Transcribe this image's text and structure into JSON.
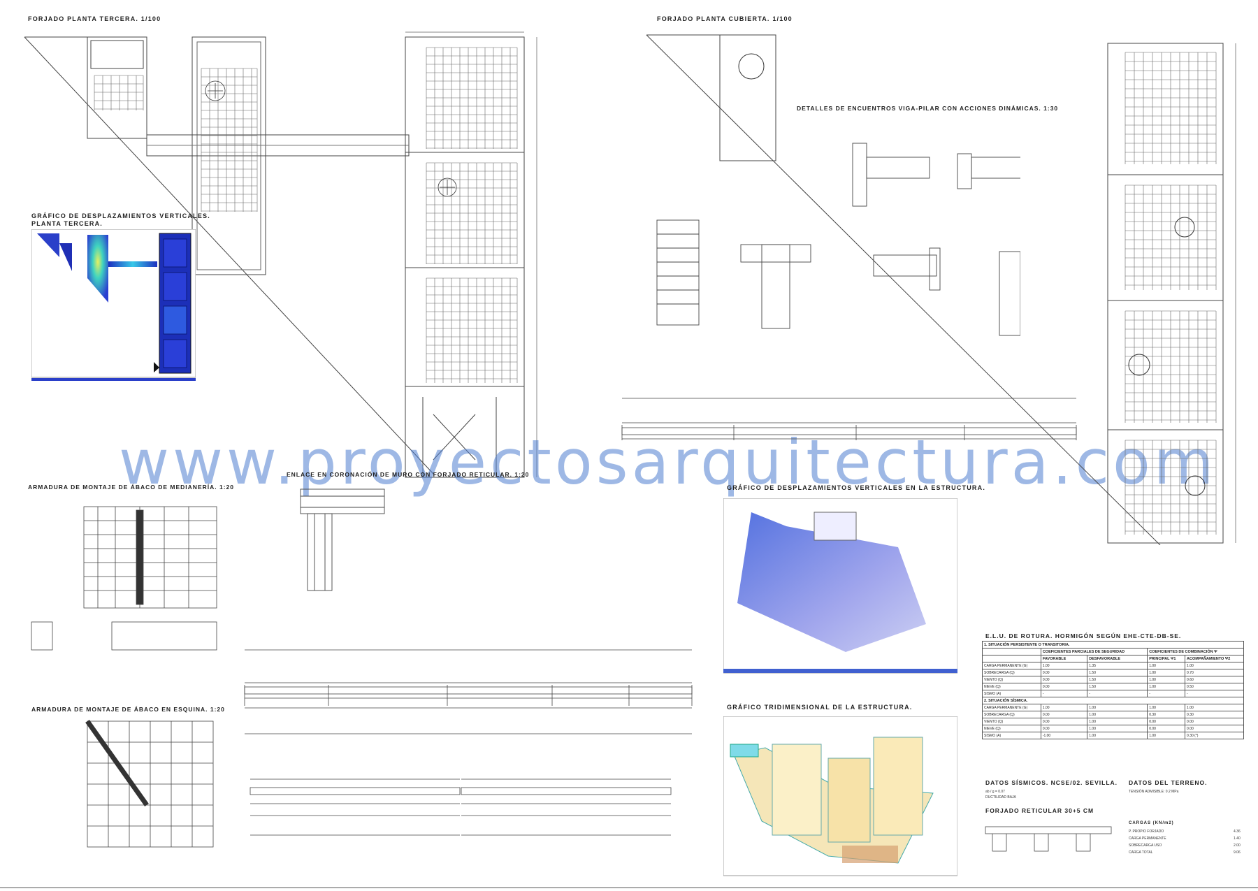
{
  "titles": {
    "plan_left": "FORJADO PLANTA TERCERA. 1/100",
    "plan_right": "FORJADO PLANTA CUBIERTA. 1/100",
    "details": "DETALLES DE ENCUENTROS VIGA-PILAR CON ACCIONES DINÁMICAS. 1:30",
    "disp_left_1": "GRÁFICO DE DESPLAZAMIENTOS VERTICALES.",
    "disp_left_2": "PLANTA TERCERA.",
    "enlace": "ENLACE EN CORONACIÓN DE MURO CON FORJADO RETICULAR. 1:20",
    "armadura_medianera": "ARMADURA DE MONTAJE DE ÁBACO DE MEDIANERÍA. 1:20",
    "armadura_esquina": "ARMADURA DE MONTAJE DE ÁBACO EN ESQUINA. 1:20",
    "disp_struct": "GRÁFICO DE DESPLAZAMIENTOS VERTICALES EN LA ESTRUCTURA.",
    "tridimensional": "GRÁFICO TRIDIMENSIONAL DE LA ESTRUCTURA."
  },
  "watermark": "www.proyectosarquitectura.com",
  "table": {
    "title": "E.L.U. DE ROTURA. HORMIGÓN SEGÚN EHE-CTE-DB-SE.",
    "section1": "1. SITUACIÓN PERSISTENTE O TRANSITORIA.",
    "section2": "2. SITUACIÓN SÍSMICA.",
    "col_group_a": "COEFICIENTES PARCIALES DE SEGURIDAD",
    "col_group_b": "COEFICIENTES DE COMBINACIÓN Ψ",
    "cols": [
      "FAVORABLE",
      "DESFAVORABLE",
      "PRINCIPAL Ψ1",
      "ACOMPAÑAMIENTO Ψ2"
    ],
    "rows1": [
      [
        "CARGA PERMANENTE (G)",
        "1.00",
        "1.35",
        "1.00",
        "1.00"
      ],
      [
        "SOBRECARGA (Q)",
        "0.00",
        "1.50",
        "1.00",
        "0.70"
      ],
      [
        "VIENTO (Q)",
        "0.00",
        "1.50",
        "1.00",
        "0.60"
      ],
      [
        "NIEVE (Q)",
        "0.00",
        "1.50",
        "1.00",
        "0.50"
      ],
      [
        "SISMO (A)",
        "-",
        "-",
        "-",
        "-"
      ]
    ],
    "rows2": [
      [
        "CARGA PERMANENTE (G)",
        "1.00",
        "1.00",
        "1.00",
        "1.00"
      ],
      [
        "SOBRECARGA (Q)",
        "0.00",
        "1.00",
        "0.30",
        "0.30"
      ],
      [
        "VIENTO (Q)",
        "0.00",
        "1.00",
        "0.00",
        "0.00"
      ],
      [
        "NIEVE (Q)",
        "0.00",
        "1.00",
        "0.00",
        "0.00"
      ],
      [
        "SISMO (A)",
        "-1.00",
        "1.00",
        "1.00",
        "0.30 (*)"
      ]
    ],
    "datos_sismicos": "DATOS SÍSMICOS. NCSE/02. SEVILLA.",
    "datos_terreno": "DATOS DEL TERRENO.",
    "sismo_a": "ab / g = 0.07",
    "sismo_b": "DUCTILIDAD BAJA",
    "terreno_val": "TENSIÓN ADMISIBLE: 0.2 MPa",
    "forjado": "FORJADO RETICULAR 30+5 CM",
    "cargas_title": "CARGAS (KN/m2)",
    "cargas": [
      [
        "P. PROPIO FORJADO",
        "4.36"
      ],
      [
        "CARGA PERMANENTE",
        "1.40"
      ],
      [
        "SOBRECARGA USO",
        "2.00"
      ],
      [
        "CARGA TOTAL",
        "9.06"
      ]
    ]
  },
  "colors": {
    "drawing": "#444444",
    "watermark": "#4f7fd0",
    "disp_blue": "#1c2fb8"
  }
}
